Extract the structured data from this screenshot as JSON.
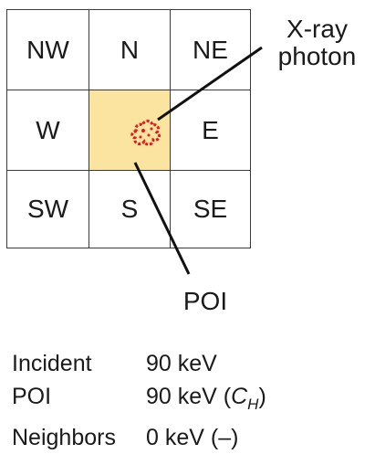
{
  "grid": {
    "cells": [
      {
        "id": "nw",
        "label": "NW"
      },
      {
        "id": "n",
        "label": "N"
      },
      {
        "id": "ne",
        "label": "NE"
      },
      {
        "id": "w",
        "label": "W"
      },
      {
        "id": "center",
        "label": ""
      },
      {
        "id": "e",
        "label": "E"
      },
      {
        "id": "sw",
        "label": "SW"
      },
      {
        "id": "s",
        "label": "S"
      },
      {
        "id": "se",
        "label": "SE"
      }
    ],
    "center_color": "#fbe3a0",
    "photon_color": "#e8141e"
  },
  "callouts": {
    "xray_line1": "X-ray",
    "xray_line2": "photon",
    "poi": "POI"
  },
  "info": {
    "incident_label": "Incident",
    "incident_value": "90 keV",
    "poi_label": "POI",
    "poi_value_prefix": "90 keV (",
    "poi_value_symbol": "C",
    "poi_value_subscript": "H",
    "poi_value_suffix": ")",
    "neighbors_label": "Neighbors",
    "neighbors_value": "0 keV (–)"
  }
}
